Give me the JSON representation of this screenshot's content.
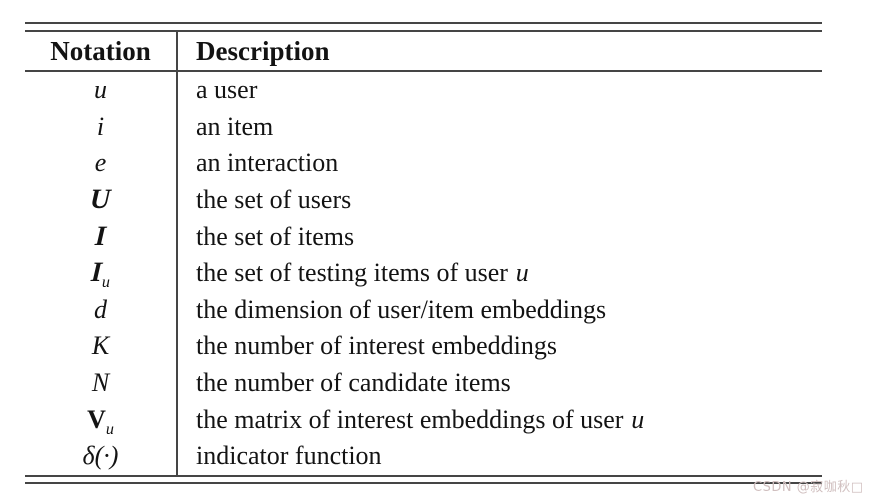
{
  "table": {
    "headers": [
      {
        "label": "Notation"
      },
      {
        "label": "Description"
      }
    ],
    "rows": [
      {
        "notation": {
          "base": "u",
          "sub": "",
          "style": "math"
        },
        "description": {
          "text": "a user",
          "math_suffix": ""
        }
      },
      {
        "notation": {
          "base": "i",
          "sub": "",
          "style": "math"
        },
        "description": {
          "text": "an item",
          "math_suffix": ""
        }
      },
      {
        "notation": {
          "base": "e",
          "sub": "",
          "style": "math"
        },
        "description": {
          "text": "an interaction",
          "math_suffix": ""
        }
      },
      {
        "notation": {
          "base": "U",
          "sub": "",
          "style": "script"
        },
        "description": {
          "text": "the set of users",
          "math_suffix": ""
        }
      },
      {
        "notation": {
          "base": "I",
          "sub": "",
          "style": "script"
        },
        "description": {
          "text": "the set of items",
          "math_suffix": ""
        }
      },
      {
        "notation": {
          "base": "I",
          "sub": "u",
          "style": "script"
        },
        "description": {
          "text": "the set of testing items of user",
          "math_suffix": "u"
        }
      },
      {
        "notation": {
          "base": "d",
          "sub": "",
          "style": "math"
        },
        "description": {
          "text": "the dimension of user/item embeddings",
          "math_suffix": ""
        }
      },
      {
        "notation": {
          "base": "K",
          "sub": "",
          "style": "math"
        },
        "description": {
          "text": "the number of interest embeddings",
          "math_suffix": ""
        }
      },
      {
        "notation": {
          "base": "N",
          "sub": "",
          "style": "math"
        },
        "description": {
          "text": "the number of candidate items",
          "math_suffix": ""
        }
      },
      {
        "notation": {
          "base": "V",
          "sub": "u",
          "style": "boldmath"
        },
        "description": {
          "text": "the matrix of interest embeddings of user",
          "math_suffix": "u"
        }
      },
      {
        "notation": {
          "base": "δ(·)",
          "sub": "",
          "style": "math"
        },
        "description": {
          "text": "indicator function",
          "math_suffix": ""
        }
      }
    ]
  },
  "watermark": {
    "text": "CSDN @寂咖秋□"
  },
  "colors": {
    "rule": "#454545",
    "text": "#131313",
    "watermark": "#d0bfbf",
    "background": "#ffffff"
  }
}
